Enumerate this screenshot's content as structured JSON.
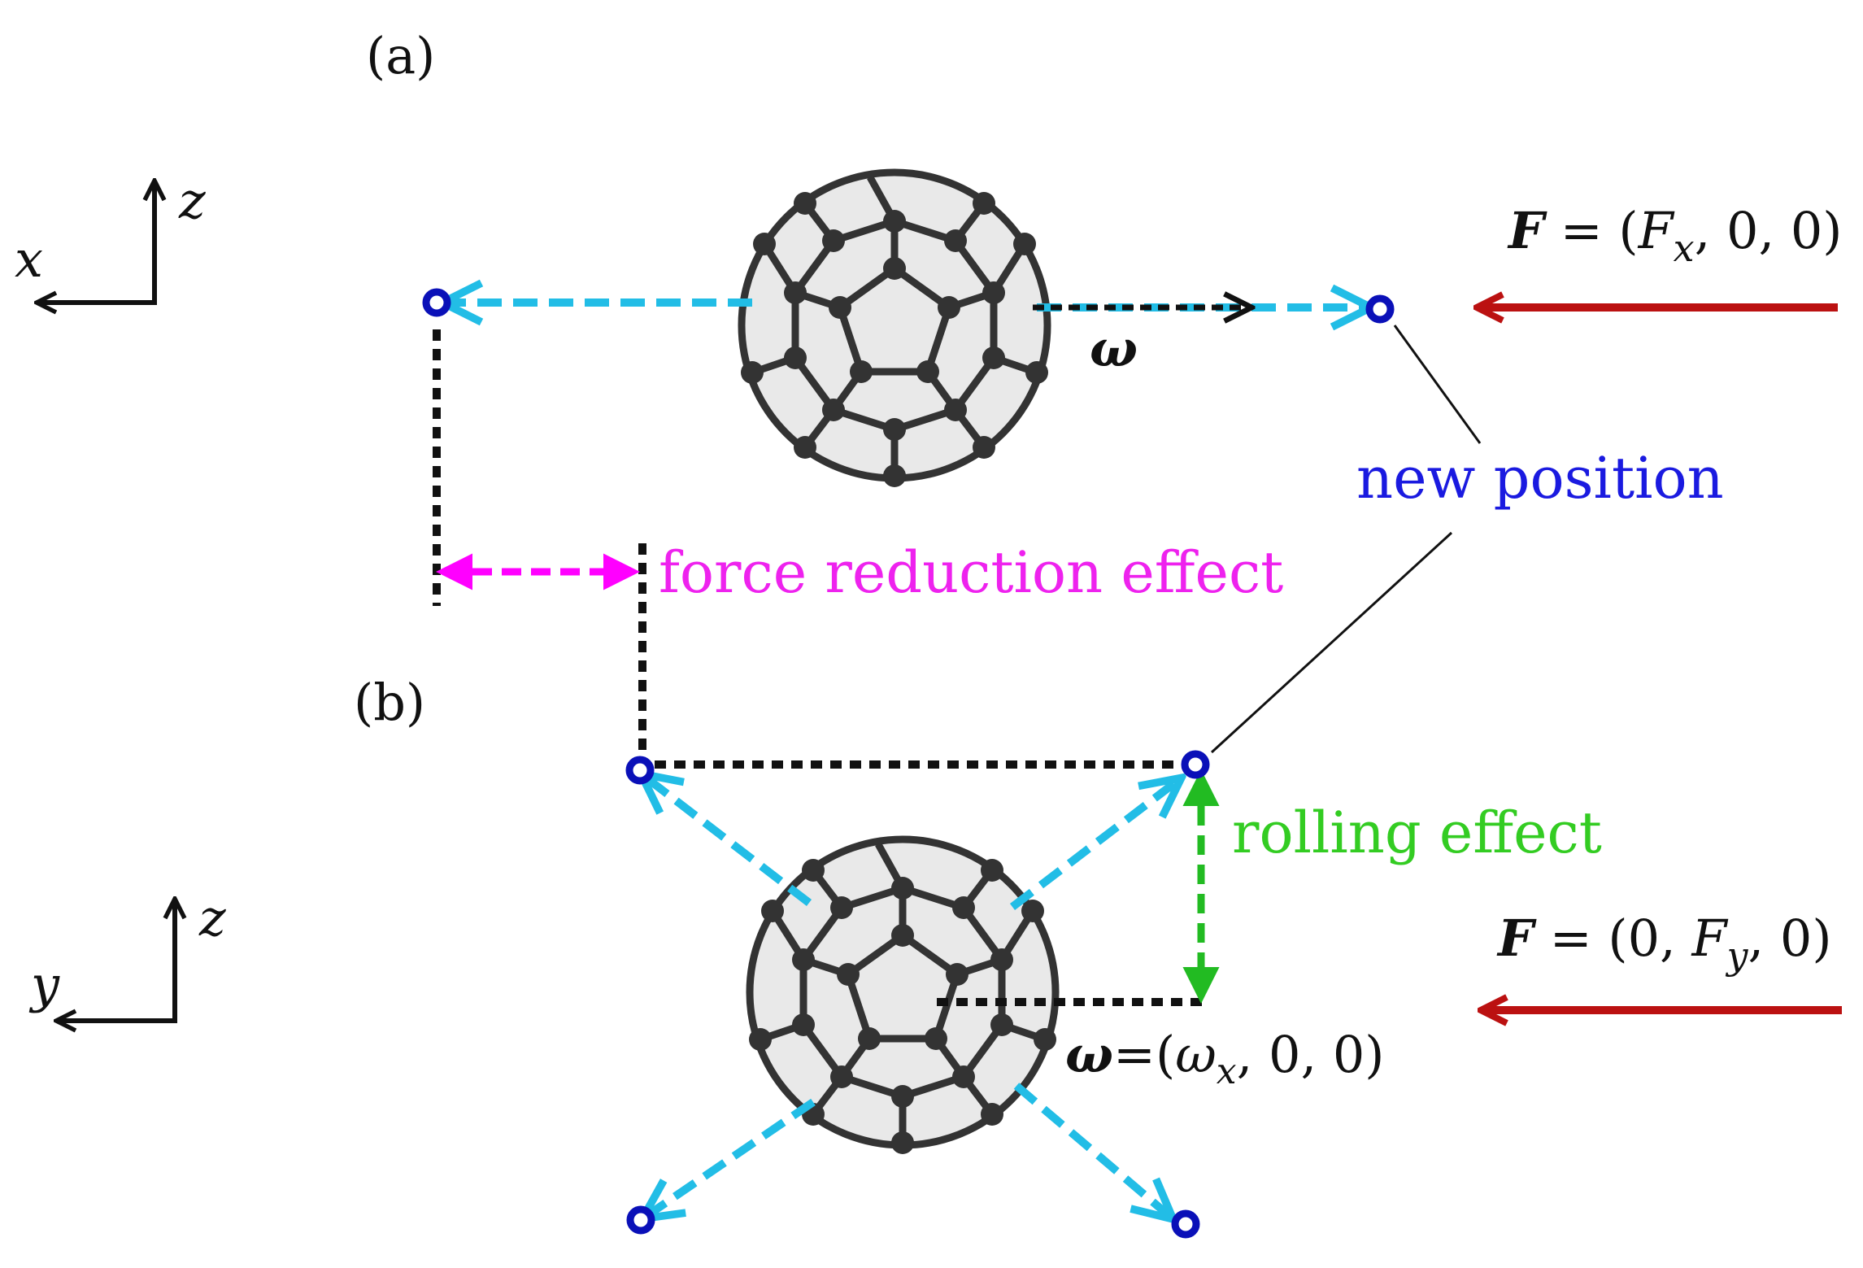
{
  "panels": {
    "a": {
      "label": "(a)"
    },
    "b": {
      "label": "(b)"
    }
  },
  "axes": {
    "a": {
      "horizontal": "x",
      "vertical": "z"
    },
    "b": {
      "horizontal": "y",
      "vertical": "z"
    }
  },
  "force": {
    "a": {
      "symbol": "F",
      "equals": " = (",
      "component": "F",
      "subscript": "x",
      "rest": ", 0, 0)"
    },
    "b": {
      "symbol": "F",
      "equals": " = (0, ",
      "component": "F",
      "subscript": "y",
      "rest": ", 0)"
    }
  },
  "omega": {
    "a": {
      "symbol": "ω"
    },
    "b": {
      "symbol": "ω",
      "equals": "=(",
      "component": "ω",
      "subscript": "x",
      "rest": ", 0, 0)"
    }
  },
  "annotations": {
    "new_position": "new position",
    "force_reduction": "force reduction effect",
    "rolling": "rolling effect"
  },
  "colors": {
    "cyan_arrow": "#22bde6",
    "magenta_arrow": "#ff00ff",
    "green_arrow": "#22bb22",
    "red_force": "#bb1111",
    "blue_marker": "#0a10b8",
    "new_position_text": "#1a1ae0",
    "force_reduction_text": "#ee22ee",
    "rolling_text": "#33cc22",
    "molecule": "#333333"
  },
  "icons": {
    "molecule": "fullerene-c60-icon",
    "marker": "open-circle-marker-icon"
  }
}
